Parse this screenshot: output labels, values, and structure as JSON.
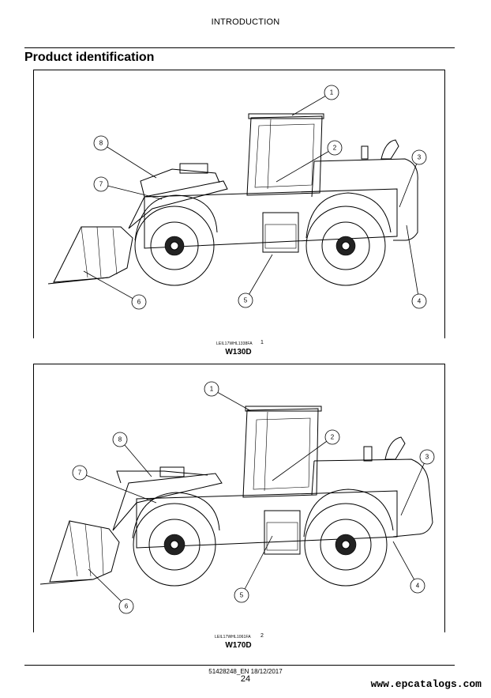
{
  "header": {
    "section": "INTRODUCTION"
  },
  "page": {
    "title": "Product identification"
  },
  "figures": [
    {
      "ref_code": "LEIL17WHL1338FA",
      "number": "1",
      "model": "W130D",
      "callouts": [
        "1",
        "2",
        "3",
        "4",
        "5",
        "6",
        "7",
        "8"
      ]
    },
    {
      "ref_code": "LEIL17WHL1061FA",
      "number": "2",
      "model": "W170D",
      "callouts": [
        "1",
        "2",
        "3",
        "4",
        "5",
        "6",
        "7",
        "8"
      ]
    }
  ],
  "footer": {
    "doc_code": "51428248_EN 18/12/2017",
    "page_number": "24",
    "watermark": "www.epcatalogs.com"
  }
}
